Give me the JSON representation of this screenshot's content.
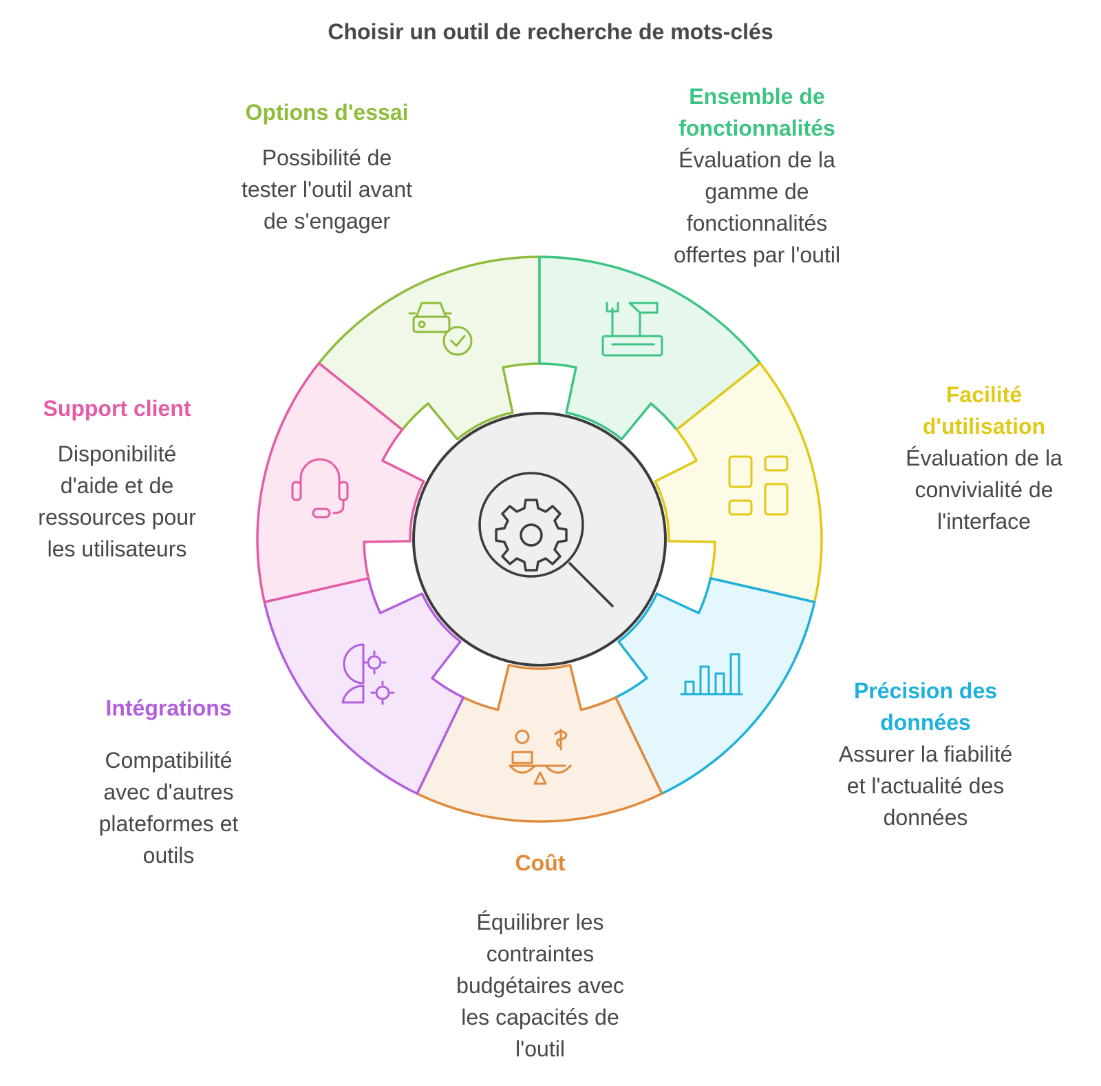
{
  "title": "Choisir un outil de recherche de mots-clés",
  "segments": [
    {
      "id": "options-essai",
      "title": "Options d'essai",
      "description": "Possibilité de tester l'outil avant de s'engager",
      "color": "#8fbc3b",
      "fill": "#f1f8e8",
      "icon": "car-check-icon"
    },
    {
      "id": "ensemble-fonctionnalites",
      "title": "Ensemble de fonctionnalités",
      "description": "Évaluation de la gamme de fonctionnalités offertes par l'outil",
      "color": "#3cc483",
      "fill": "#e6f8ee",
      "icon": "toolbox-icon"
    },
    {
      "id": "facilite-utilisation",
      "title": "Facilité d'utilisation",
      "description": "Évaluation de la convivialité de l'interface",
      "color": "#e2c918",
      "fill": "#fdfbe6",
      "icon": "layout-icon"
    },
    {
      "id": "precision-donnees",
      "title": "Précision des données",
      "description": "Assurer la fiabilité et l'actualité des données",
      "color": "#1fb0dc",
      "fill": "#e4f7fc",
      "icon": "bar-chart-icon"
    },
    {
      "id": "cout",
      "title": "Coût",
      "description": "Équilibrer les contraintes budgétaires avec les capacités de l'outil",
      "color": "#e08a3c",
      "fill": "#fcf0e4",
      "icon": "balance-icon"
    },
    {
      "id": "integrations",
      "title": "Intégrations",
      "description": "Compatibilité avec d'autres plateformes et outils",
      "color": "#b35fdd",
      "fill": "#f5e6fb",
      "icon": "head-gears-icon"
    },
    {
      "id": "support-client",
      "title": "Support client",
      "description": "Disponibilité d'aide et de ressources pour les utilisateurs",
      "color": "#e45ca6",
      "fill": "#fce6f1",
      "icon": "headset-icon"
    }
  ],
  "center": {
    "icon": "gear-search-icon",
    "color": "#3c3c3c",
    "fill": "#efefef"
  }
}
